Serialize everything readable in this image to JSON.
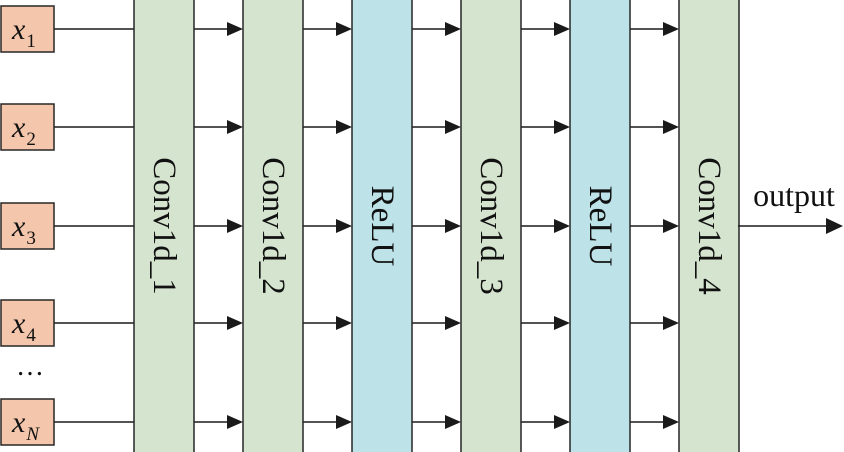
{
  "inputs": [
    {
      "var": "x",
      "sub": "1"
    },
    {
      "var": "x",
      "sub": "2"
    },
    {
      "var": "x",
      "sub": "3"
    },
    {
      "var": "x",
      "sub": "4"
    },
    {
      "var": "x",
      "sub": "N"
    }
  ],
  "ellipsis": "…",
  "layers": [
    {
      "label": "Conv1d_1",
      "kind": "conv"
    },
    {
      "label": "Conv1d_2",
      "kind": "conv"
    },
    {
      "label": "ReLU",
      "kind": "relu"
    },
    {
      "label": "Conv1d_3",
      "kind": "conv"
    },
    {
      "label": "ReLU",
      "kind": "relu"
    },
    {
      "label": "Conv1d_4",
      "kind": "conv"
    }
  ],
  "output": "output",
  "colors": {
    "input_fill": "#f4c6ab",
    "conv_fill": "#d5e4cf",
    "relu_fill": "#bde3e9",
    "stroke": "#262626"
  }
}
